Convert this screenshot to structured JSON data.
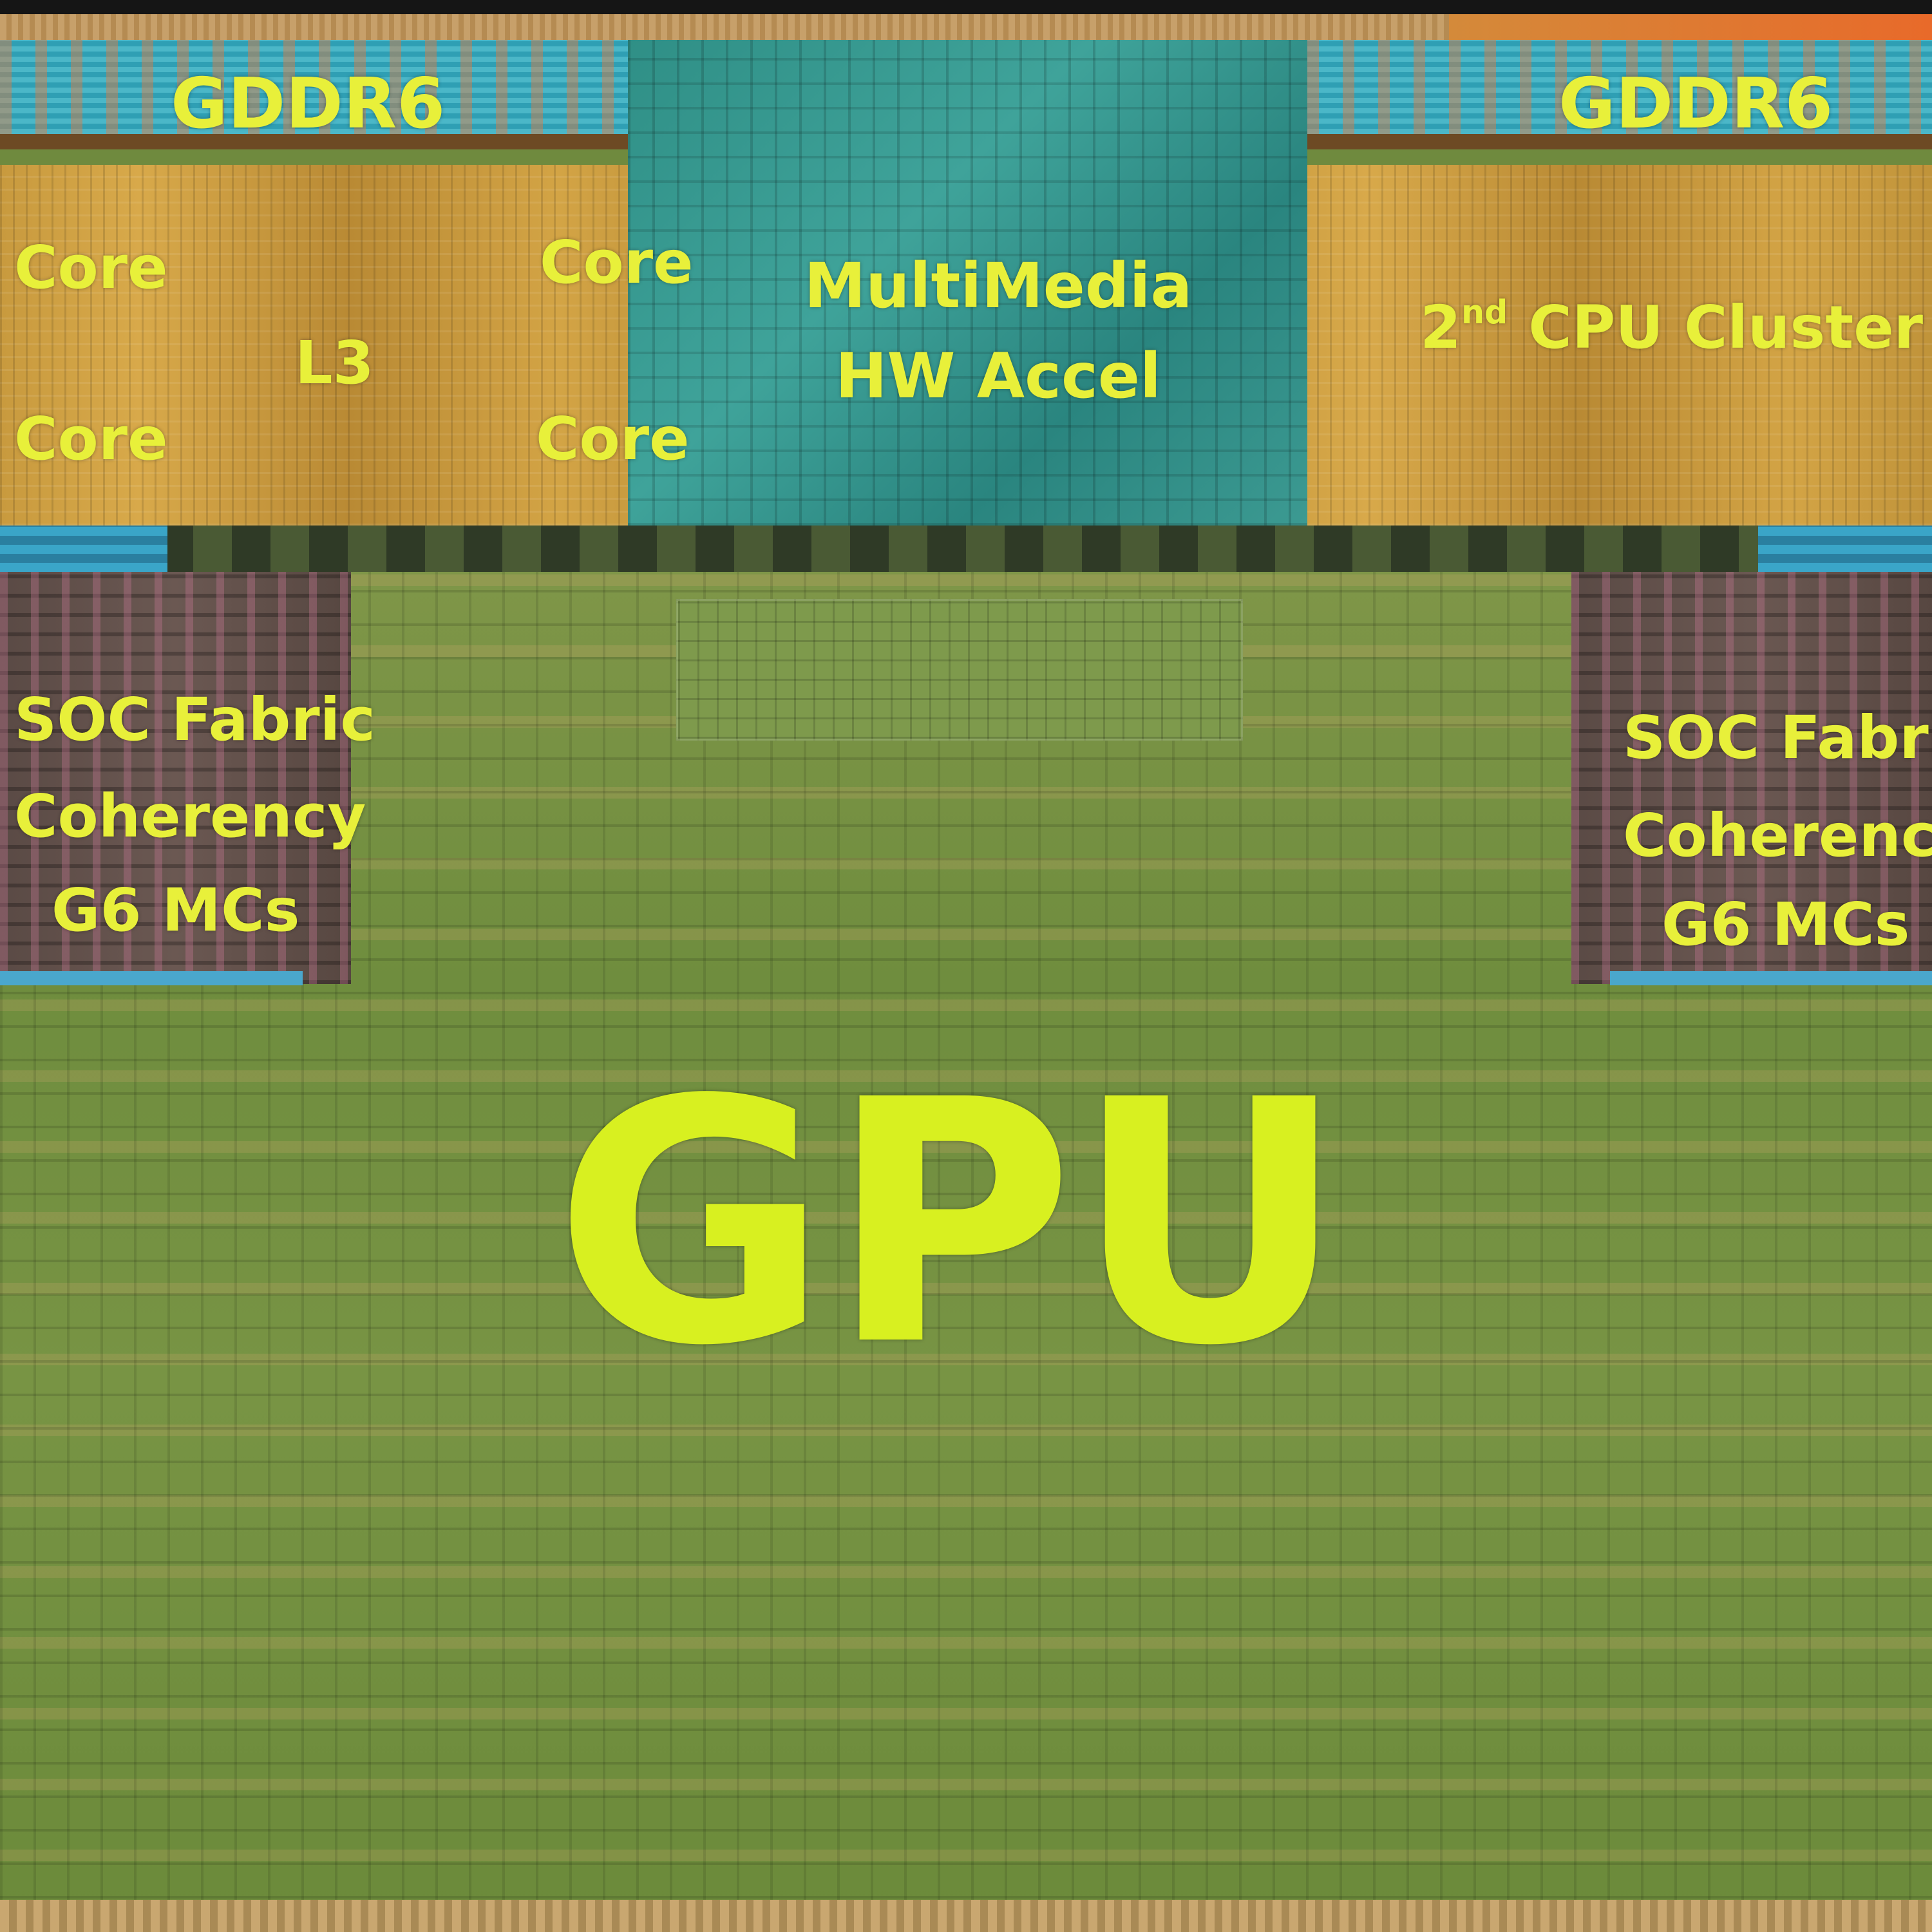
{
  "labels": {
    "gddr6_left": "GDDR6",
    "gddr6_right": "GDDR6",
    "core_tl": "Core",
    "core_tr": "Core",
    "core_bl": "Core",
    "core_br": "Core",
    "l3": "L3",
    "multimedia_line1": "MultiMedia",
    "multimedia_line2": "HW Accel",
    "cpu2_prefix": "2",
    "cpu2_sup": "nd",
    "cpu2_suffix": " CPU Cluster",
    "soc_left": {
      "line1": "SOC Fabric",
      "line2": "Coherency",
      "line3": "G6 MCs"
    },
    "soc_right": {
      "line1": "SOC Fabri",
      "line2": "Coherenc",
      "line3": "G6 MCs"
    },
    "gpu": "GPU"
  },
  "colors": {
    "label": "#e8f03a",
    "gpu": "#6f8d3e",
    "cpu": "#c89a3e",
    "multimedia": "#2f8f86",
    "gddr6": "#4bb7c8",
    "soc_fabric": "#5a4a45"
  }
}
